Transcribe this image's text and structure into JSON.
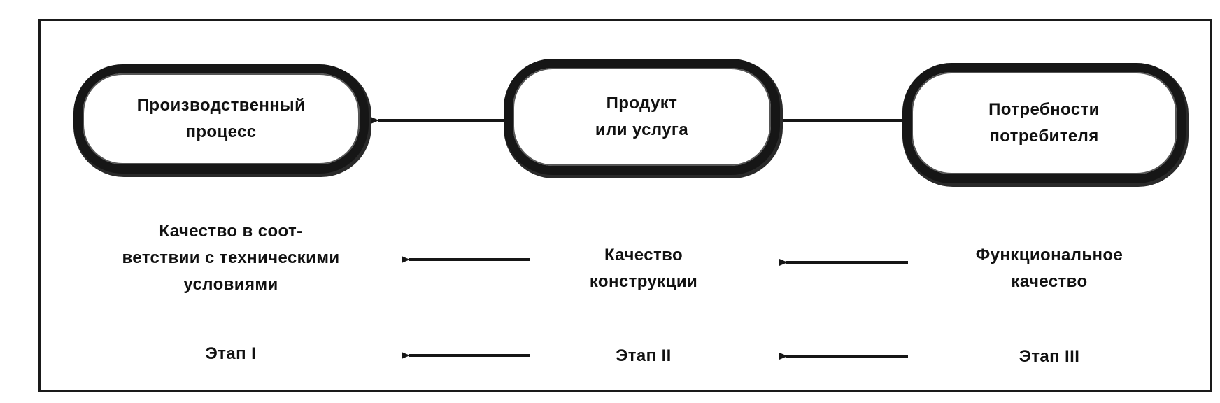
{
  "nodes": {
    "process": "Производственный\nпроцесс",
    "product": "Продукт\nили услуга",
    "needs": "Потребности\nпотребителя"
  },
  "quality": {
    "conformance": "Качество в соот-\nветствии с техническими\nусловиями",
    "design": "Качество\nконструкции",
    "functional": "Функциональное\nкачество"
  },
  "stages": {
    "stage1": "Этап I",
    "stage2": "Этап II",
    "stage3": "Этап III"
  },
  "colors": {
    "ink": "#161616",
    "background": "#ffffff"
  }
}
